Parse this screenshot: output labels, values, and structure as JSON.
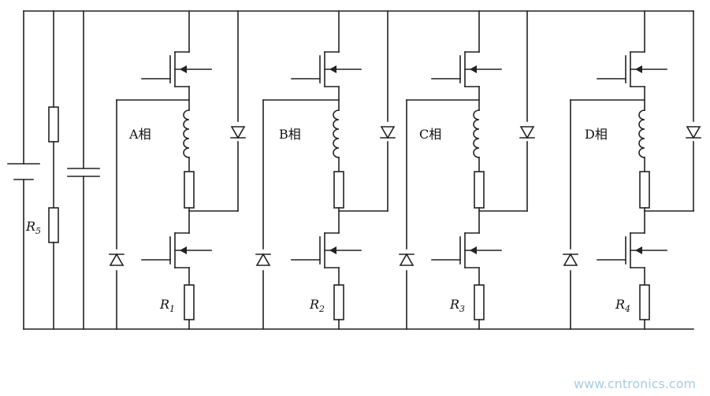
{
  "phases": [
    {
      "letter": "A",
      "han": "相",
      "r_sym": "R",
      "r_sub": "1"
    },
    {
      "letter": "B",
      "han": "相",
      "r_sym": "R",
      "r_sub": "2"
    },
    {
      "letter": "C",
      "han": "相",
      "r_sym": "R",
      "r_sub": "3"
    },
    {
      "letter": "D",
      "han": "相",
      "r_sym": "R",
      "r_sub": "4"
    }
  ],
  "r5": {
    "sym": "R",
    "sub": "5"
  },
  "watermark": "www.cntronics.com"
}
